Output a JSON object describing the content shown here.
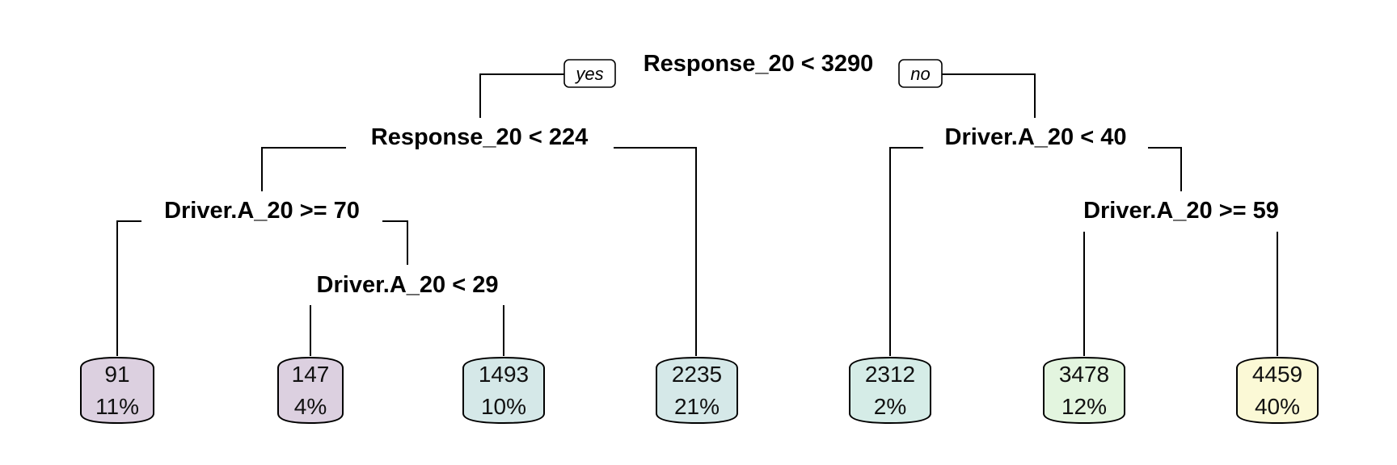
{
  "tree": {
    "branch_labels": {
      "yes": "yes",
      "no": "no"
    },
    "splits": [
      {
        "id": "root",
        "label": "Response_20 < 3290"
      },
      {
        "id": "left",
        "label": "Response_20 < 224"
      },
      {
        "id": "ll",
        "label": "Driver.A_20 >= 70"
      },
      {
        "id": "llr",
        "label": "Driver.A_20 < 29"
      },
      {
        "id": "right",
        "label": "Driver.A_20 < 40"
      },
      {
        "id": "rr",
        "label": "Driver.A_20 >= 59"
      }
    ],
    "leaves": [
      {
        "value": "91",
        "percent": "11%",
        "color": "#dcd0e0"
      },
      {
        "value": "147",
        "percent": "4%",
        "color": "#dcd0e0"
      },
      {
        "value": "1493",
        "percent": "10%",
        "color": "#d5e8e8"
      },
      {
        "value": "2235",
        "percent": "21%",
        "color": "#d5e8e8"
      },
      {
        "value": "2312",
        "percent": "2%",
        "color": "#d5ece7"
      },
      {
        "value": "3478",
        "percent": "12%",
        "color": "#e3f5df"
      },
      {
        "value": "4459",
        "percent": "40%",
        "color": "#fbf9d6"
      }
    ]
  }
}
